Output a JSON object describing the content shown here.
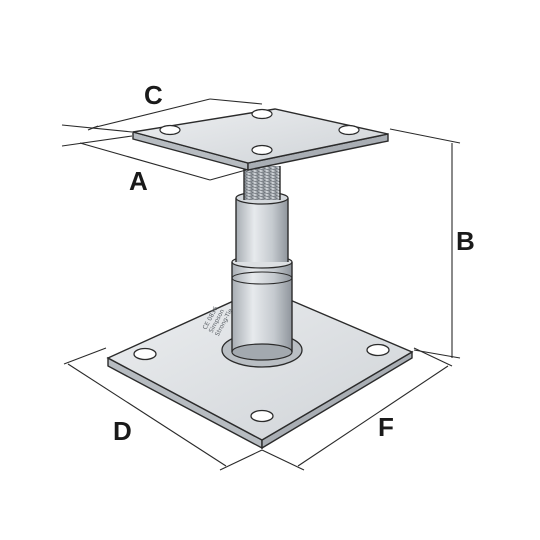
{
  "labels": {
    "a": "A",
    "b": "B",
    "c": "C",
    "d": "D",
    "f": "F"
  },
  "stamp": {
    "line1": "CE 0836",
    "line2": "Simpson",
    "line3": "Strong-Tie"
  },
  "colors": {
    "metal_light": "#e3e6e9",
    "metal_mid": "#c9cdd1",
    "metal_dark": "#9aa0a6",
    "outline": "#2b2b2b",
    "thread": "#7a8088"
  }
}
